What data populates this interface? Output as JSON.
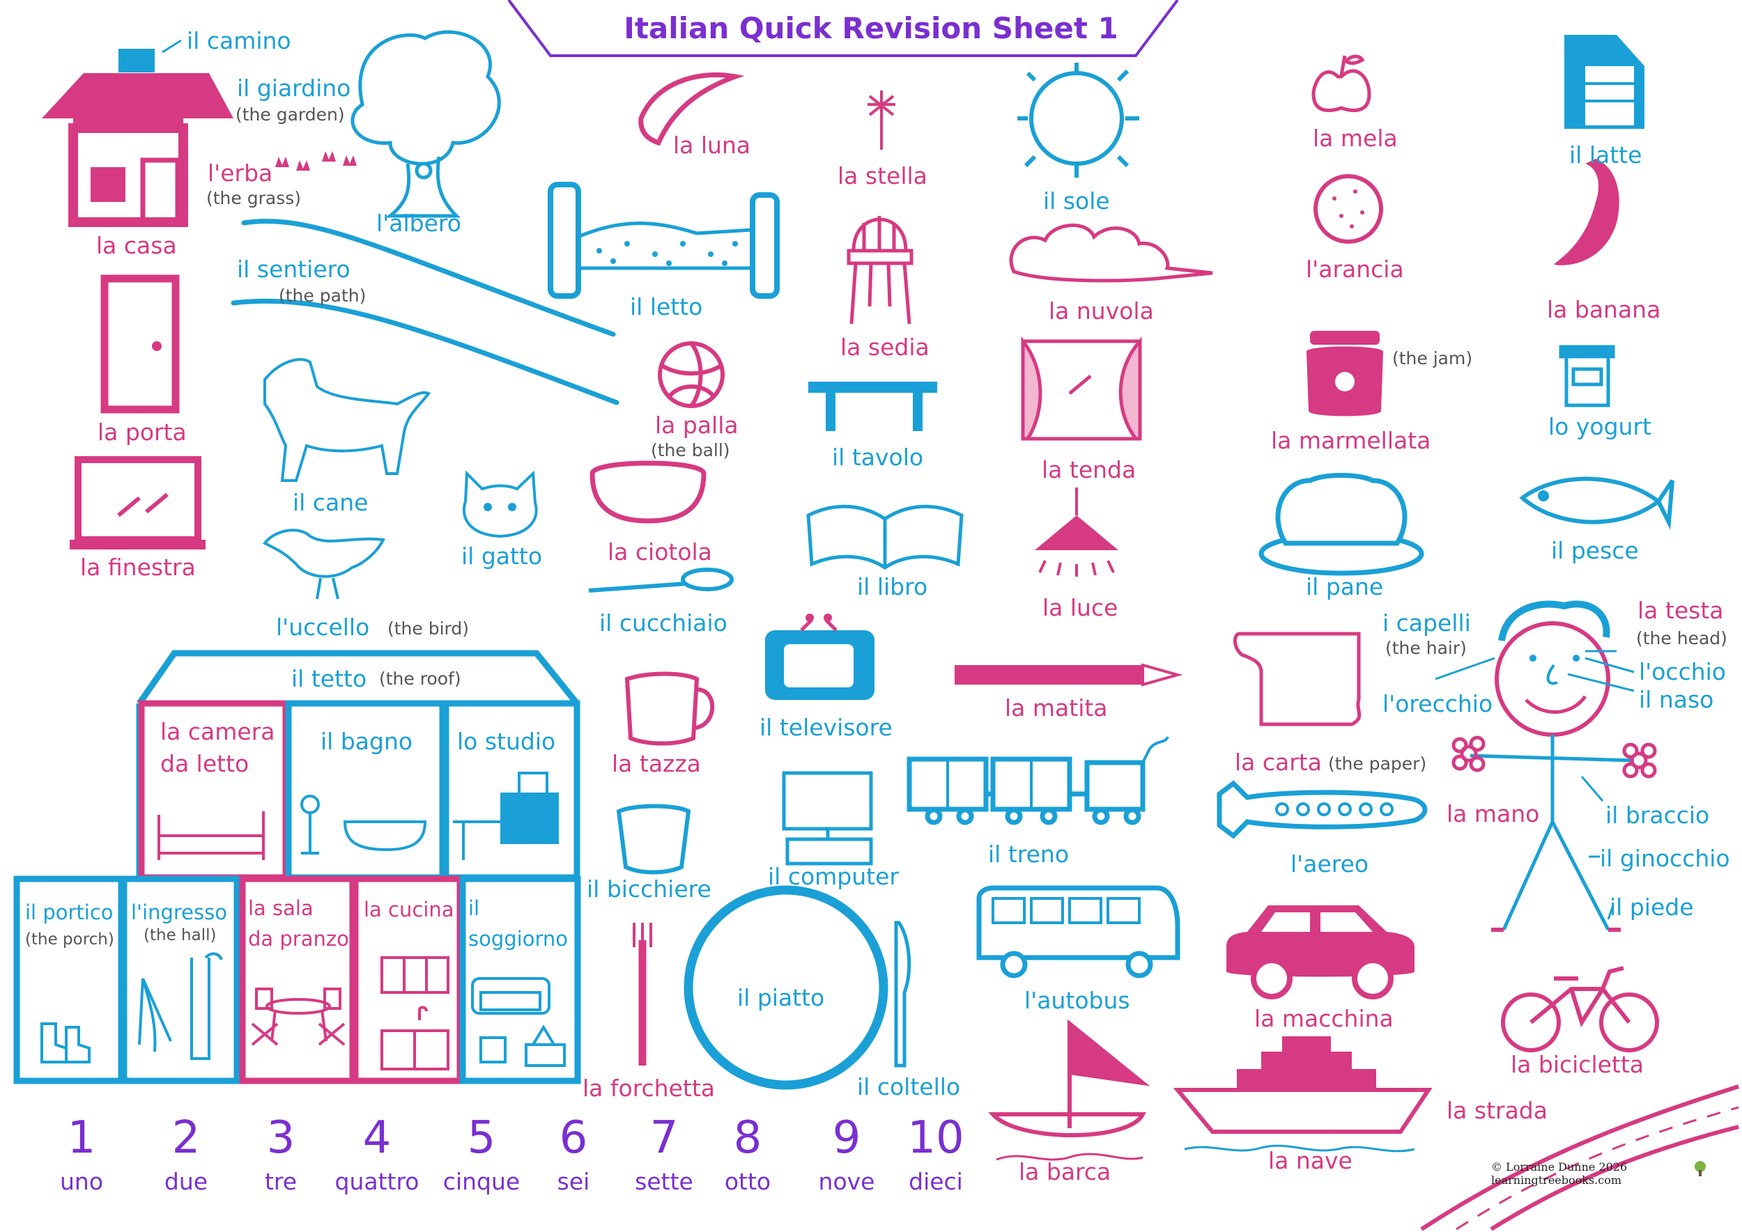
{
  "title": "Italian Quick Revision Sheet 1",
  "colors": {
    "pink": "#d63a82",
    "blue": "#1aa0d6",
    "purple": "#7a2fd0"
  },
  "labels": {
    "il_camino": "il camino",
    "il_giardino": "il giardino",
    "the_garden": "(the garden)",
    "l_erba": "l'erba",
    "the_grass": "(the grass)",
    "la_casa": "la casa",
    "l_albero": "l'albero",
    "il_sentiero": "il sentiero",
    "the_path": "(the path)",
    "la_porta": "la porta",
    "il_cane": "il cane",
    "la_finestra": "la finestra",
    "il_gatto": "il gatto",
    "l_uccello": "l'uccello",
    "the_bird": "(the bird)",
    "la_luna": "la luna",
    "la_stella": "la stella",
    "il_sole": "il sole",
    "il_letto": "il letto",
    "la_sedia": "la sedia",
    "la_nuvola": "la nuvola",
    "la_palla": "la palla",
    "the_ball": "(the ball)",
    "il_tavolo": "il tavolo",
    "la_tenda": "la tenda",
    "la_ciotola": "la ciotola",
    "il_libro": "il libro",
    "la_luce": "la luce",
    "il_cucchiaio": "il cucchiaio",
    "il_televisore": "il televisore",
    "la_matita": "la matita",
    "la_tazza": "la tazza",
    "il_bicchiere": "il bicchiere",
    "il_computer": "il computer",
    "il_treno": "il treno",
    "l_autobus": "l'autobus",
    "il_piatto": "il piatto",
    "la_forchetta": "la forchetta",
    "il_coltello": "il coltello",
    "la_barca": "la barca",
    "la_mela": "la mela",
    "il_latte": "il latte",
    "l_arancia": "l'arancia",
    "la_banana": "la banana",
    "la_marmellata": "la marmellata",
    "the_jam": "(the jam)",
    "lo_yogurt": "lo yogurt",
    "il_pane": "il pane",
    "il_pesce": "il pesce",
    "i_capelli": "i capelli",
    "the_hair": "(the hair)",
    "la_testa": "la testa",
    "the_head": "(the head)",
    "l_occhio": "l'occhio",
    "il_naso": "il naso",
    "l_orecchio": "l'orecchio",
    "la_carta": "la carta",
    "the_paper": "(the paper)",
    "la_mano": "la mano",
    "il_braccio": "il braccio",
    "il_ginocchio": "il ginocchio",
    "il_piede": "il piede",
    "l_aereo": "l'aereo",
    "la_macchina": "la macchina",
    "la_bicicletta": "la bicicletta",
    "la_strada": "la strada",
    "la_nave": "la nave",
    "il_tetto": "il tetto",
    "the_roof": "(the roof)",
    "la_camera": "la camera",
    "da_letto": "da letto",
    "il_bagno": "il bagno",
    "lo_studio": "lo studio",
    "il_portico": "il portico",
    "the_porch": "(the porch)",
    "l_ingresso": "l'ingresso",
    "the_hall": "(the hall)",
    "la_sala": "la sala",
    "da_pranzo": "da pranzo",
    "la_cucina": "la cucina",
    "il": "il",
    "soggiorno": "soggiorno"
  },
  "numbers": [
    {
      "digit": "1",
      "word": "uno"
    },
    {
      "digit": "2",
      "word": "due"
    },
    {
      "digit": "3",
      "word": "tre"
    },
    {
      "digit": "4",
      "word": "quattro"
    },
    {
      "digit": "5",
      "word": "cinque"
    },
    {
      "digit": "6",
      "word": "sei"
    },
    {
      "digit": "7",
      "word": "sette"
    },
    {
      "digit": "8",
      "word": "otto"
    },
    {
      "digit": "9",
      "word": "nove"
    },
    {
      "digit": "10",
      "word": "dieci"
    }
  ],
  "copyright": {
    "line1": "© Lorraine Dunne 2026",
    "line2": "learningtreebooks.com"
  }
}
